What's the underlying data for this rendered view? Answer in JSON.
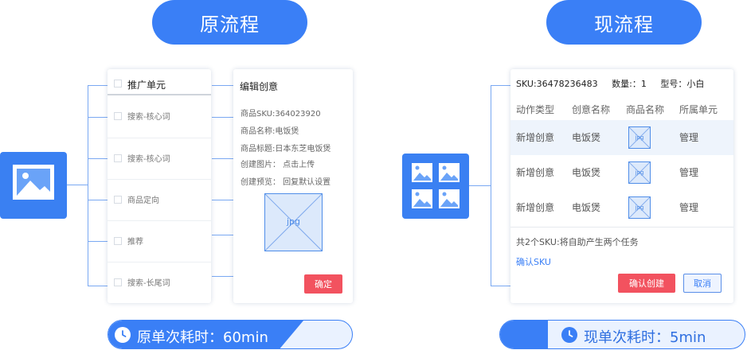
{
  "headers": {
    "left": "原流程",
    "right": "现流程"
  },
  "old_flow": {
    "unit_header": "推广单元",
    "units": [
      "搜索-核心词",
      "搜索-核心词",
      "商品定向",
      "推荐",
      "搜索-长尾词"
    ],
    "editor": {
      "title": "编辑创意",
      "sku": "商品SKU:364023920",
      "name": "商品名称:电饭煲",
      "product_title": "商品标题:日本东芝电饭煲",
      "create_image": "创建图片：  点击上传",
      "preview": "创建预览：  回复默认设置",
      "image_label": "jpg",
      "confirm": "确定"
    },
    "time": "原单次耗时：60min"
  },
  "new_flow": {
    "sku": "SKU:36478236483",
    "qty": "数量:：1",
    "model": "型号：小白",
    "columns": [
      "动作类型",
      "创意名称",
      "商品名称",
      "所属单元"
    ],
    "rows": [
      {
        "action": "新增创意",
        "name": "电饭煲",
        "thumb": "jpg",
        "unit": "管理"
      },
      {
        "action": "新增创意",
        "name": "电饭煲",
        "thumb": "jpg",
        "unit": "管理"
      },
      {
        "action": "新增创意",
        "name": "电饭煲",
        "thumb": "jpg",
        "unit": "管理"
      }
    ],
    "summary": "共2个SKU:将自助产生两个任务",
    "confirm_sku": "确认SKU",
    "confirm_create": "确认创建",
    "cancel": "取消",
    "time": "现单次耗时：5min"
  },
  "colors": {
    "primary": "#3a7ff6",
    "danger": "#f2525f",
    "connector": "#7aa8f2",
    "row_highlight": "#eef4fc"
  },
  "icons": {
    "left_tile": "image-icon",
    "right_tile": "image-grid-icon",
    "badge": "clock-icon"
  }
}
